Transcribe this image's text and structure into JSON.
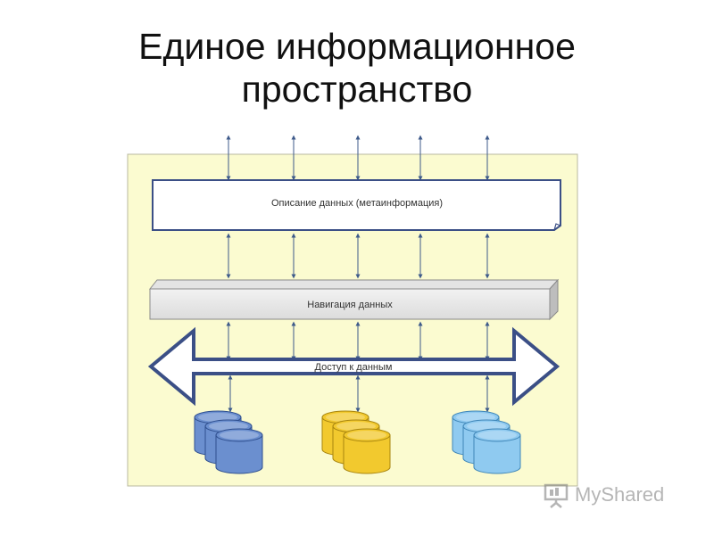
{
  "title": {
    "line1": "Единое информационное",
    "line2": "пространство"
  },
  "diagram": {
    "metadata_label": "Описание данных (метаинформация)",
    "navigation_label": "Навигация данных",
    "access_label": "Доступ к данным",
    "database_groups": [
      {
        "color": "blue",
        "fill": "#6b8fcf",
        "stroke": "#2f4f8f"
      },
      {
        "color": "yellow",
        "fill": "#f2c92e",
        "stroke": "#a8850f"
      },
      {
        "color": "light-blue",
        "fill": "#8fcaf0",
        "stroke": "#3f86b8"
      }
    ],
    "colors": {
      "panel_background": "#fbfbd0",
      "arrow_color": "#3d5a8a"
    }
  },
  "watermark": {
    "text": "MyShared"
  }
}
